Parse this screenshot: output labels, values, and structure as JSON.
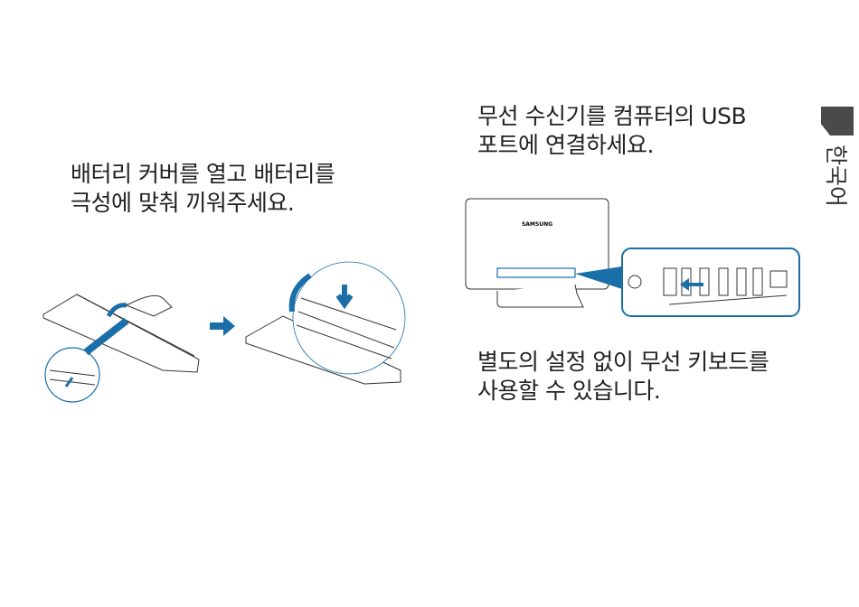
{
  "steps": {
    "battery": {
      "lines": [
        "배터리 커버를 열고 배터리를",
        "극성에 맞춰 끼워주세요."
      ]
    },
    "usb": {
      "lines": [
        "무선 수신기를 컴퓨터의 USB",
        "포트에 연결하세요."
      ]
    },
    "keyboard": {
      "lines": [
        "별도의 설정 없이 무선 키보드를",
        "사용할 수 있습니다."
      ]
    }
  },
  "side_tab": {
    "label": "한국어"
  },
  "illustration": {
    "device_logo": "SAMSUNG"
  },
  "colors": {
    "accent": "#1a6fa8",
    "tab": "#4a4a4a"
  }
}
